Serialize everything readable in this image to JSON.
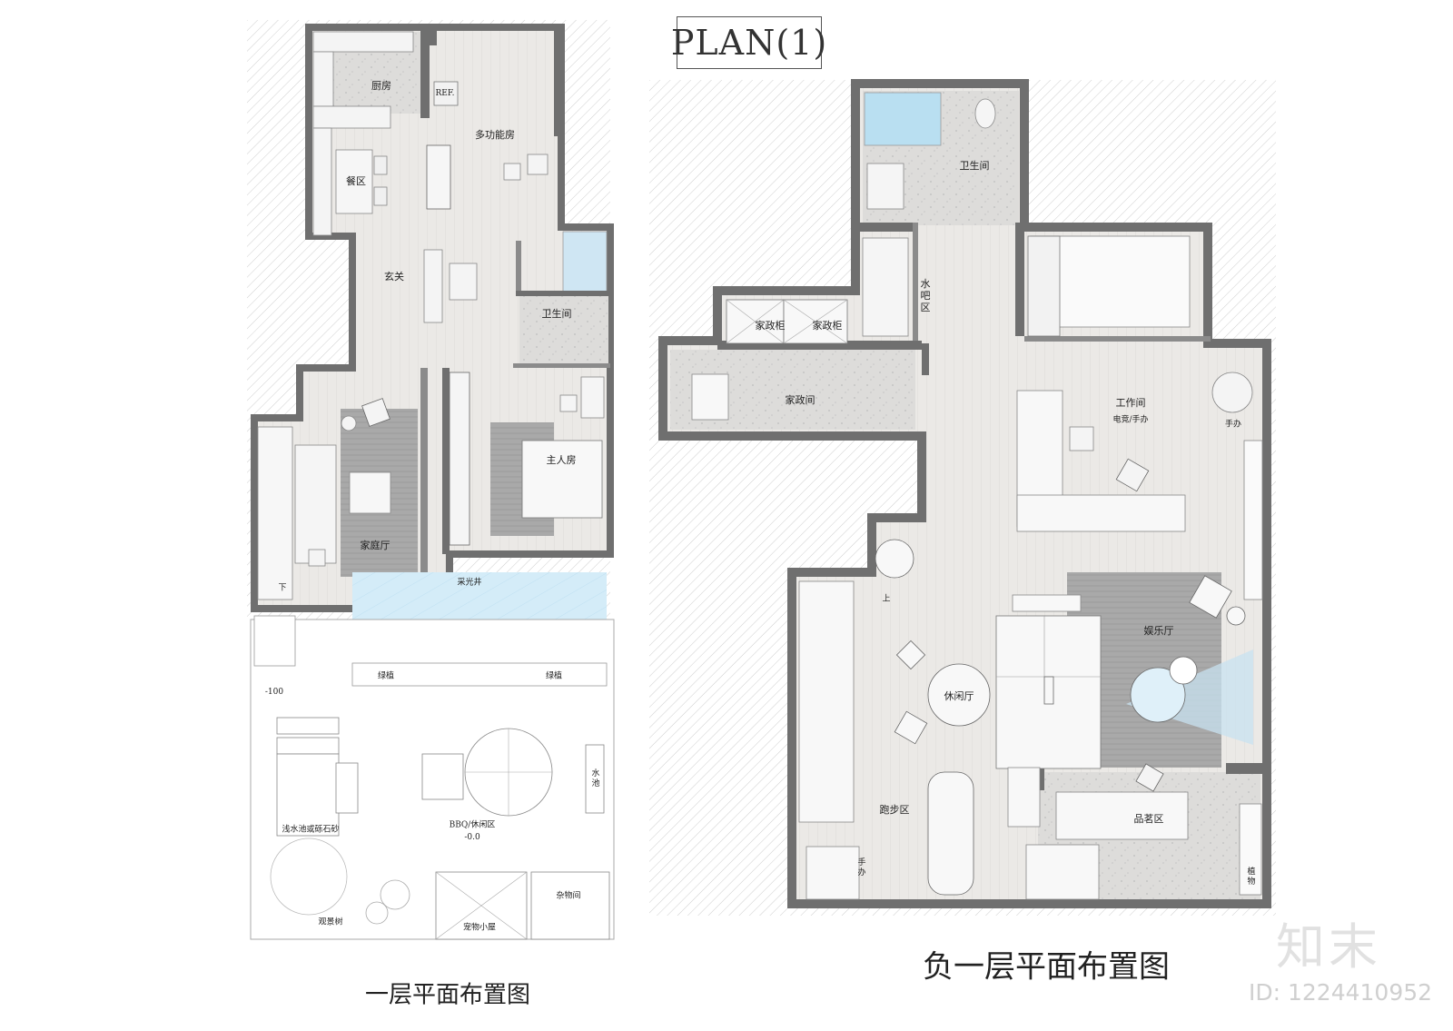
{
  "title": "PLAN(1)",
  "ground_floor": {
    "caption": "一层平面布置图",
    "rooms": {
      "kitchen": "厨房",
      "refrigerator": "REF.",
      "multifunction_room": "多功能房",
      "dining": "餐区",
      "foyer": "玄关",
      "bathroom": "卫生间",
      "family_room": "家庭厅",
      "master_bedroom": "主人房",
      "lightwell": "采光井",
      "greenery_left": "绿植",
      "greenery_right": "绿植",
      "level_mark": "-100",
      "shallow_pool": "浅水池或砾石砂",
      "bbq_area": "BBQ/休闲区",
      "bbq_level": "-0.0",
      "sink": "水池",
      "storage": "杂物间",
      "landscape_tree": "观景树",
      "pet_house": "宠物小屋",
      "stair_down": "下"
    }
  },
  "basement": {
    "caption": "负一层平面布置图",
    "rooms": {
      "bathroom": "卫生间",
      "water_bar": "水吧区",
      "housekeeping_cabinet_1": "家政柜",
      "housekeeping_cabinet_2": "家政柜",
      "housekeeping_room": "家政间",
      "workroom": "工作间",
      "workroom_note": "电竞/手办",
      "figures": "手办",
      "entertainment": "娱乐厅",
      "lounge": "休闲厅",
      "running": "跑步区",
      "tea": "品茗区",
      "plants": "植物",
      "figures_2": "手办",
      "stair_up": "上"
    }
  },
  "watermark": {
    "logo": "知末",
    "id": "ID: 1224410952"
  },
  "colors": {
    "wall": "#6f6f6f",
    "floor": "#e6e5e3",
    "wood_floor": "#ebe9e6",
    "terrazzo": "#e0dfdd",
    "rug": "#a3a3a3",
    "water": "#cde9f7",
    "hatch": "#d0d0d0"
  }
}
